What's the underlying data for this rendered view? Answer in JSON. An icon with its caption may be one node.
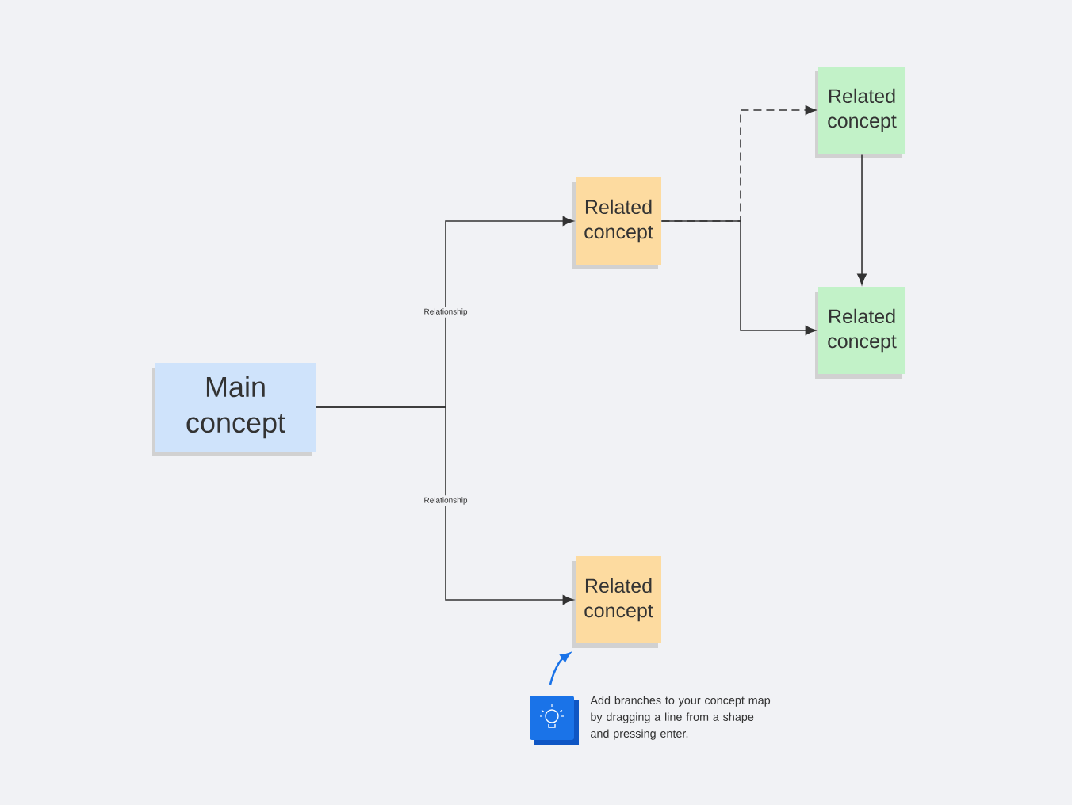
{
  "diagram": {
    "nodes": [
      {
        "text": [
          "Main concept"
        ]
      },
      {
        "text": [
          "Related concept"
        ]
      },
      {
        "text": [
          "Related concept"
        ]
      },
      {
        "text": [
          "Related concept"
        ]
      },
      {
        "text": [
          "Related concept"
        ]
      },
      {
        "text": [],
        "shape": "picture",
        "beside": [
          "Add branches to your concept map by dragging a line from a shape and pressing enter."
        ]
      }
    ],
    "edges": [
      {
        "from": 0,
        "to": 1,
        "arrow": "to",
        "label": "Relationship"
      },
      {
        "from": 0,
        "to": 4,
        "arrow": "to",
        "label": "Relationship"
      },
      {
        "from": 1,
        "to": 2,
        "arrow": "to",
        "style": "dashed"
      },
      {
        "from": 1,
        "to": 3,
        "arrow": "to"
      },
      {
        "from": 2,
        "to": 3,
        "arrow": "to"
      },
      {
        "from": 5,
        "to": 4,
        "arrow": "to",
        "color": "#1a73e8"
      }
    ]
  }
}
